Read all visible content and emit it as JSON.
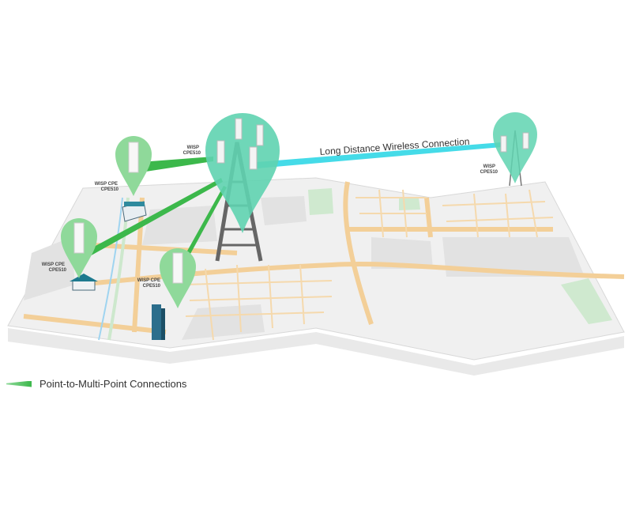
{
  "diagram": {
    "long_distance_label": "Long Distance Wireless Connection",
    "devices": [
      {
        "line1": "WISP",
        "line2": "CPE510"
      },
      {
        "line1": "WISP",
        "line2": "CPE510"
      },
      {
        "line1": "WISP CPE",
        "line2": "CPE510"
      },
      {
        "line1": "WISP CPE",
        "line2": "CPE510"
      },
      {
        "line1": "WISP CPE",
        "line2": "CPE510"
      }
    ],
    "colors": {
      "pin": "#5fd3b0",
      "pin_light": "#8fd99a",
      "p2mp": "#3cb84b",
      "long_link": "#45dbe8",
      "road": "#f3cf98",
      "block": "#e6e6e6"
    }
  },
  "legend": {
    "label": "Point-to-Multi-Point Connections"
  }
}
